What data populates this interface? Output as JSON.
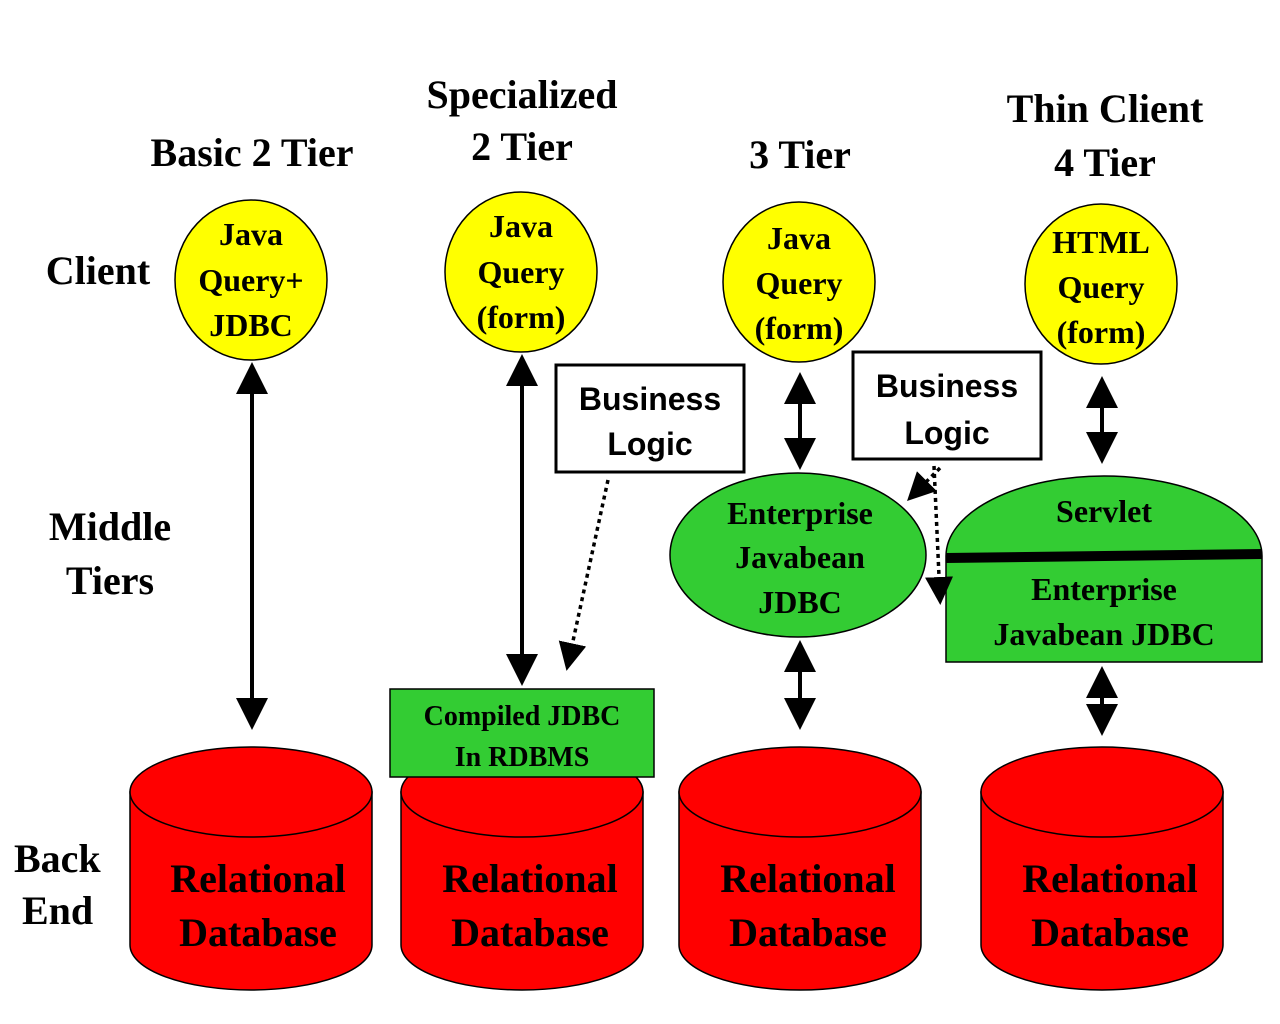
{
  "columns": [
    {
      "title": [
        "Basic 2 Tier"
      ],
      "client": [
        "Java",
        "Query+",
        "JDBC"
      ],
      "database": [
        "Relational",
        "Database"
      ]
    },
    {
      "title": [
        "Specialized",
        "2 Tier"
      ],
      "client": [
        "Java",
        "Query",
        "(form)"
      ],
      "compiled": [
        "Compiled JDBC",
        "In RDBMS"
      ],
      "database": [
        "Relational",
        "Database"
      ]
    },
    {
      "title": [
        "3 Tier"
      ],
      "client": [
        "Java",
        "Query",
        "(form)"
      ],
      "ejb": [
        "Enterprise",
        "Javabean",
        "JDBC"
      ],
      "database": [
        "Relational",
        "Database"
      ]
    },
    {
      "title": [
        "Thin Client",
        "4 Tier"
      ],
      "client": [
        "HTML",
        "Query",
        "(form)"
      ],
      "servlet": "Servlet",
      "ejb": [
        "Enterprise",
        "Javabean JDBC"
      ],
      "database": [
        "Relational",
        "Database"
      ]
    }
  ],
  "business_logic": [
    "Business",
    "Logic"
  ],
  "row_labels": {
    "client": [
      "Client"
    ],
    "middle": [
      "Middle",
      "Tiers"
    ],
    "backend": [
      "Back",
      "End"
    ]
  },
  "colors": {
    "client": "#ffff00",
    "middle": "#33cc33",
    "database": "#ff0000",
    "stroke": "#000000"
  }
}
